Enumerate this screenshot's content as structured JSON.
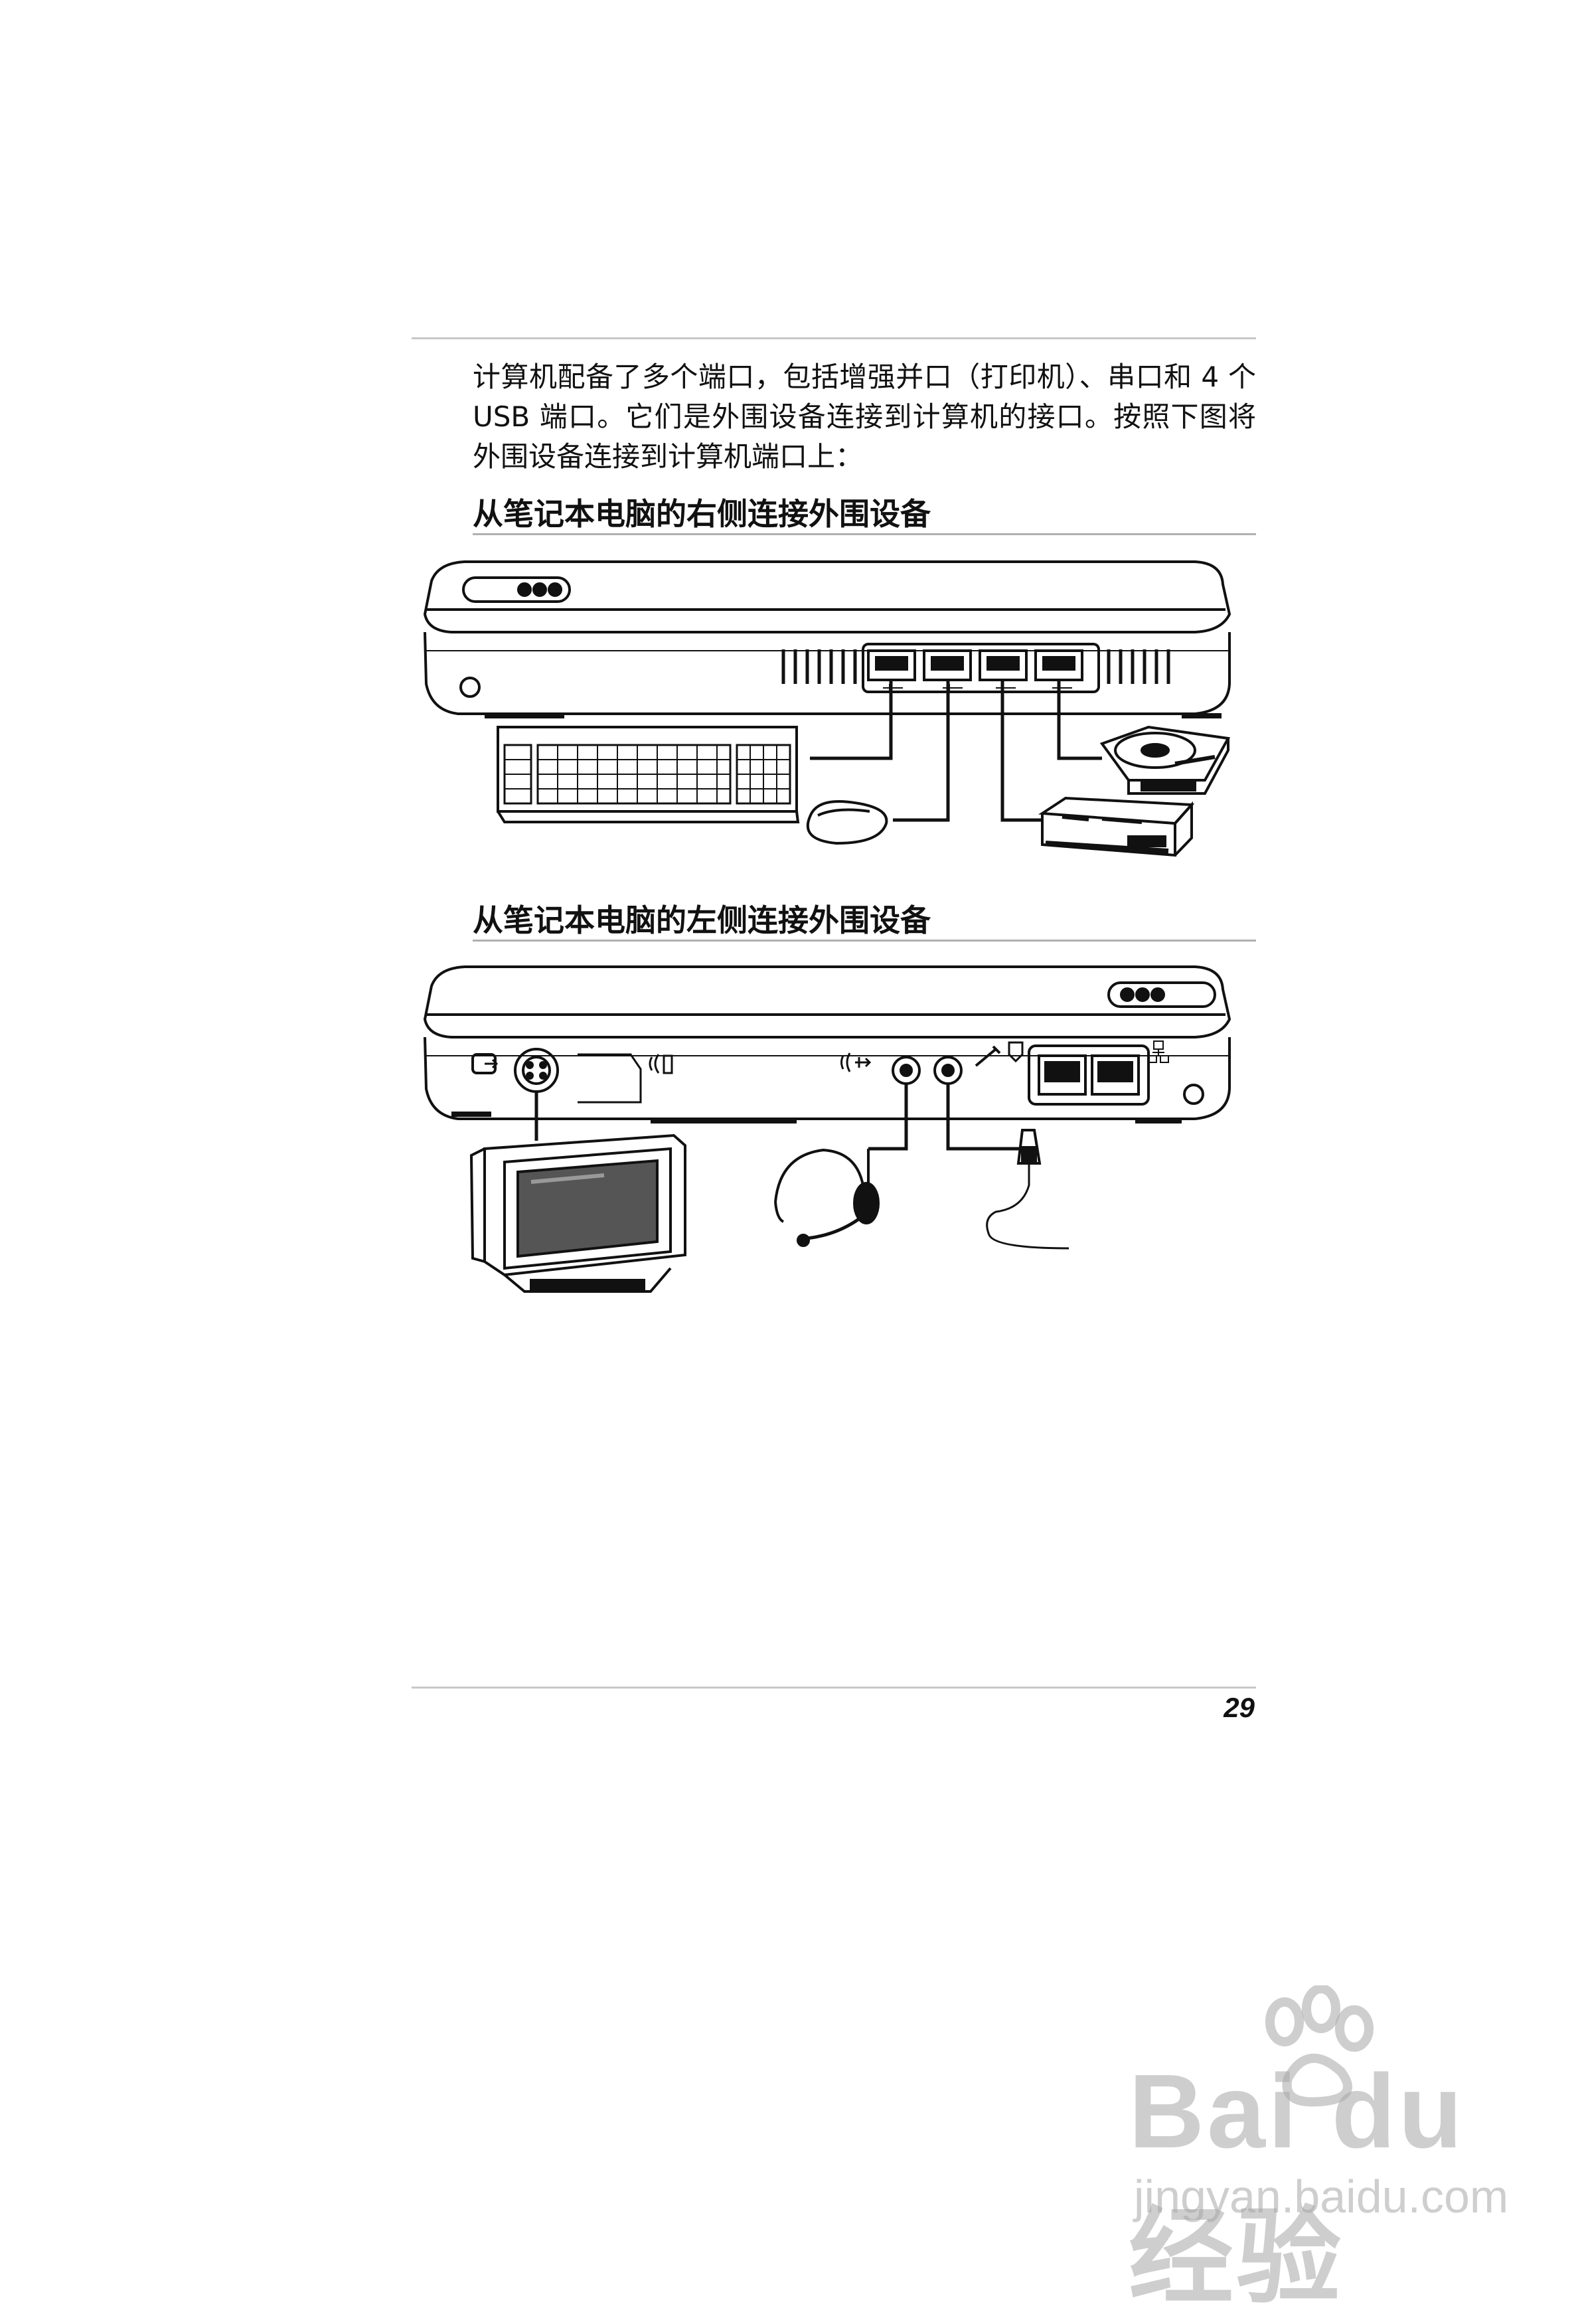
{
  "intro_text": "计算机配备了多个端口，包括增强并口（打印机）、串口和 4 个 USB 端口。它们是外围设备连接到计算机的接口。按照下图将外围设备连接到计算机端口上：",
  "sections": [
    {
      "heading": "从笔记本电脑的右侧连接外围设备"
    },
    {
      "heading": "从笔记本电脑的左侧连接外围设备"
    }
  ],
  "page_number": "29",
  "watermark": {
    "logo": "Bai du 经验",
    "url": "jingyan.baidu.com"
  },
  "icons": {
    "right_side": [
      "usb-port-icon",
      "keyboard-icon",
      "mouse-icon",
      "floppy-drive-icon",
      "cd-drive-icon"
    ],
    "left_side": [
      "s-video-port-icon",
      "monitor-icon",
      "headphone-icon",
      "microphone-icon",
      "modem-port-icon",
      "lan-port-icon"
    ]
  }
}
